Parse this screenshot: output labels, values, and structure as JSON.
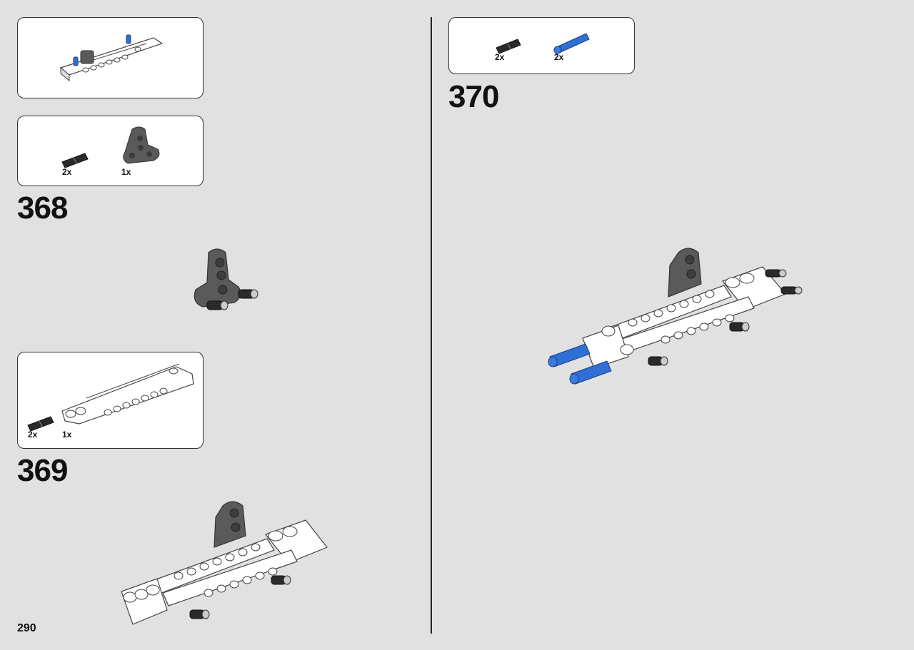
{
  "page": {
    "number": "290"
  },
  "colors": {
    "background": "#e1e1e1",
    "beam_white": "#ffffff",
    "part_dark_gray": "#5a5a5a",
    "pin_blue": "#2f6fd6",
    "pin_black": "#2a2a2a",
    "outline": "#333333"
  },
  "steps": [
    {
      "number": "368",
      "parts": [
        {
          "icon": "black-friction-pin-icon",
          "qty": "2x"
        },
        {
          "icon": "dark-gray-t-beam-icon",
          "qty": "1x"
        }
      ]
    },
    {
      "number": "369",
      "parts": [
        {
          "icon": "black-friction-pin-icon",
          "qty": "2x"
        },
        {
          "icon": "white-liftarm-panel-icon",
          "qty": "1x"
        }
      ]
    },
    {
      "number": "370",
      "parts": [
        {
          "icon": "black-friction-pin-icon",
          "qty": "2x"
        },
        {
          "icon": "blue-axle-pin-icon",
          "qty": "2x"
        }
      ]
    }
  ]
}
